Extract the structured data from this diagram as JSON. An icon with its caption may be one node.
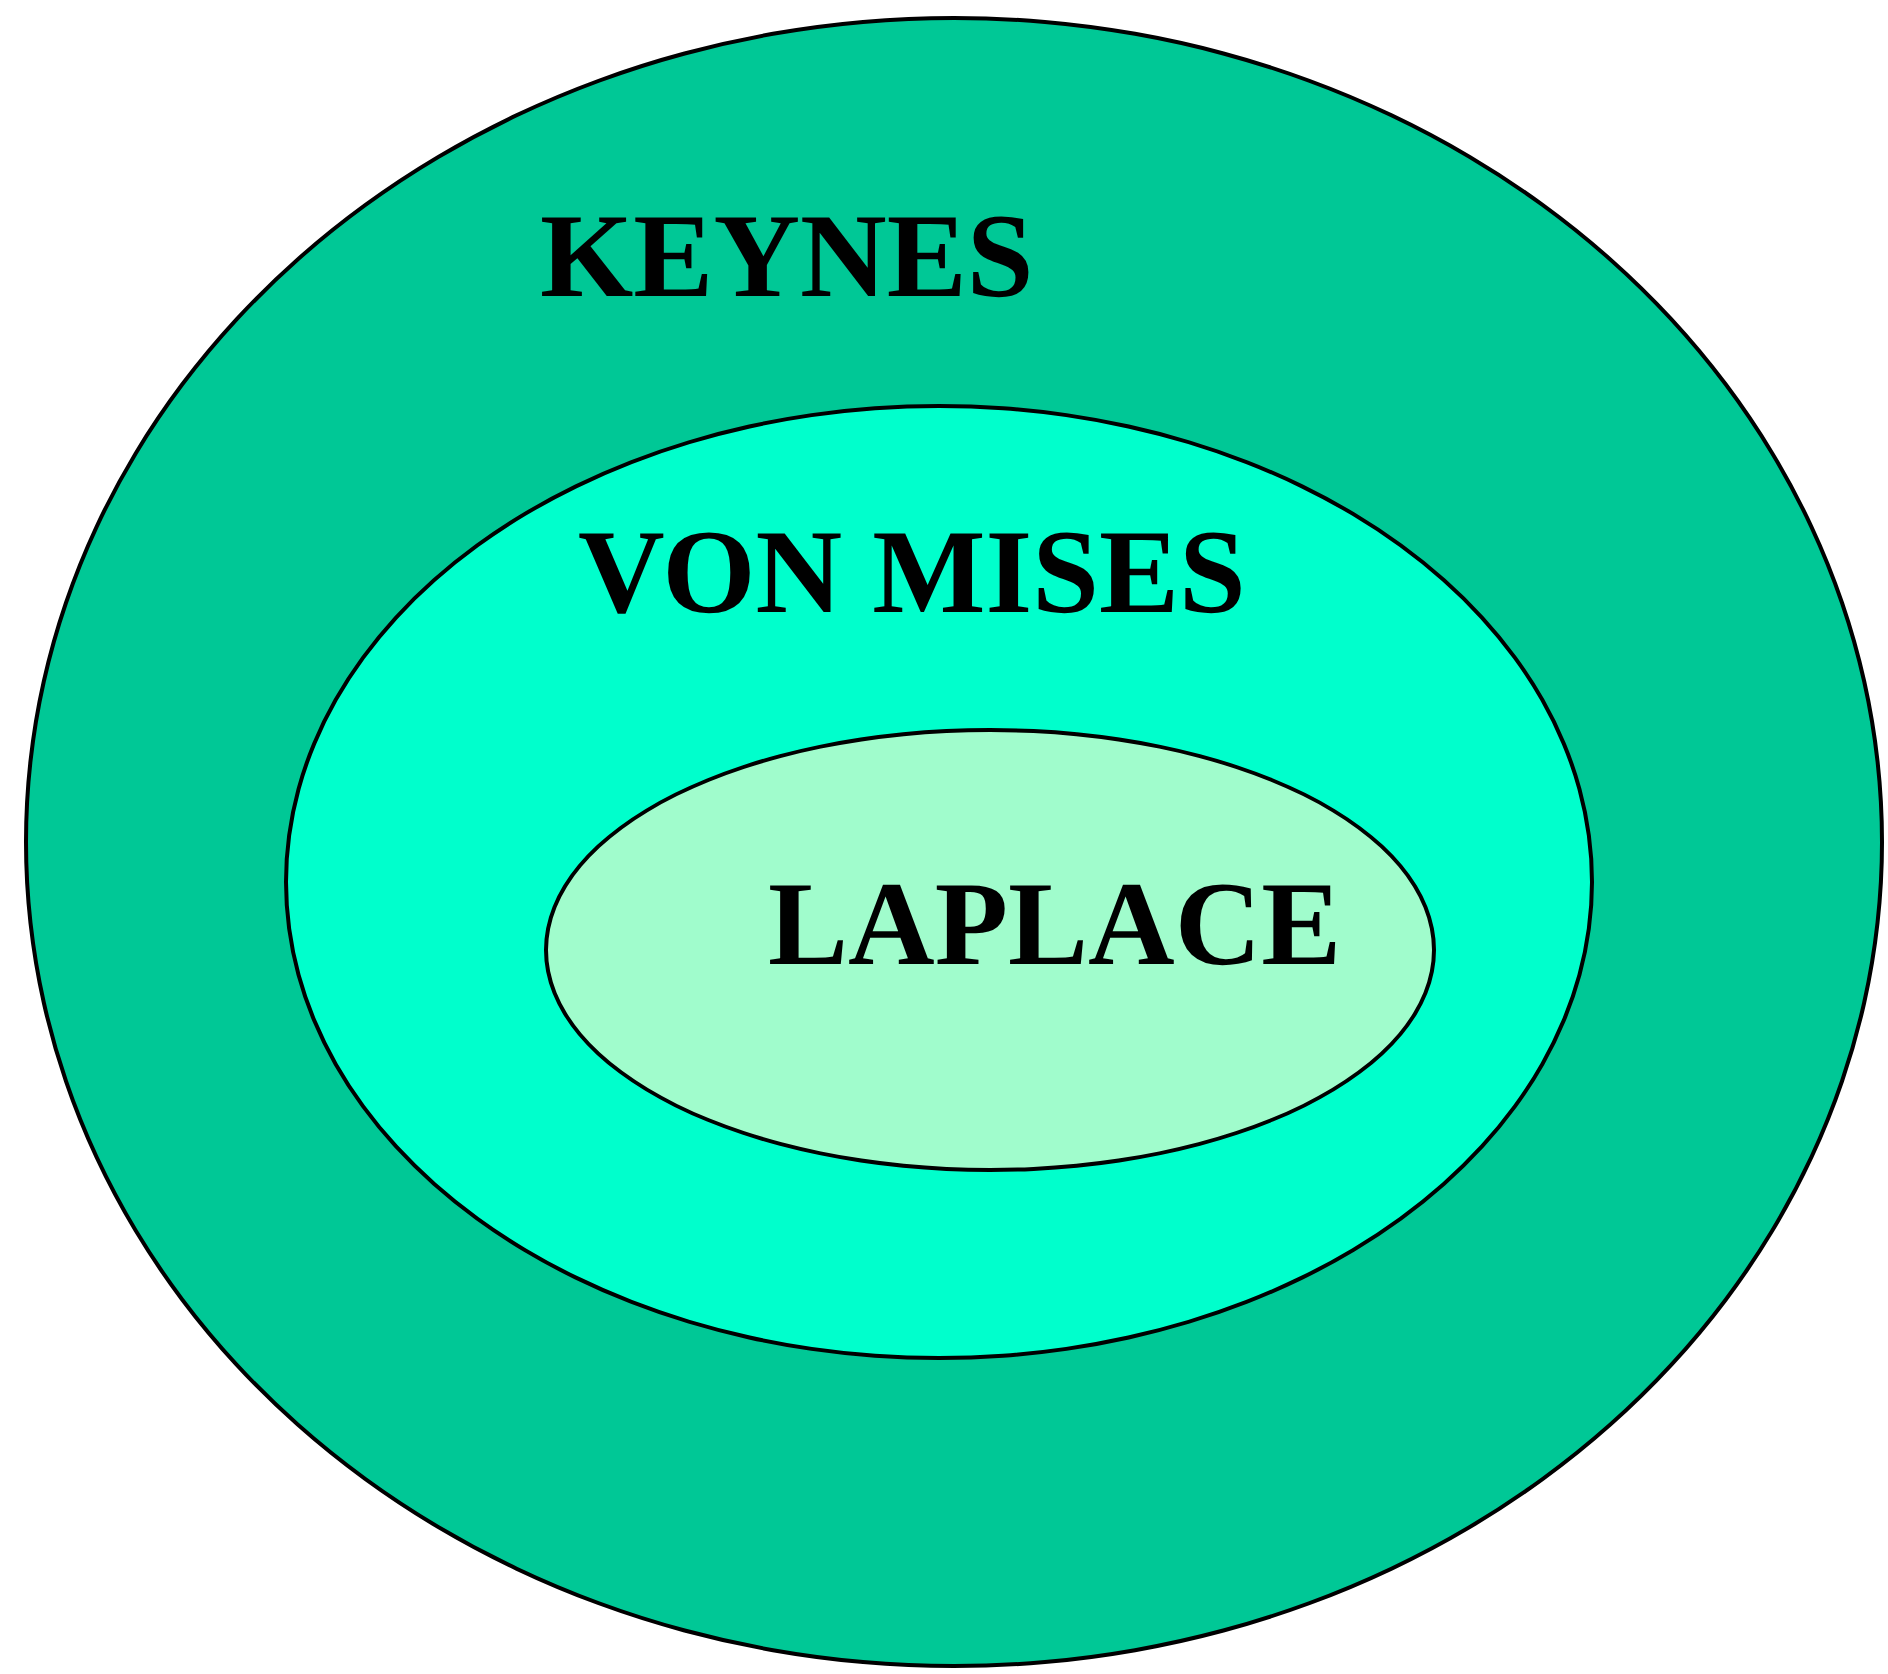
{
  "diagram": {
    "nodes": [
      {
        "text": [
          "KEYNES"
        ]
      },
      {
        "text": [
          "VON MISES"
        ],
        "in": 0
      },
      {
        "text": [
          "LAPLACE"
        ],
        "in": 1
      }
    ]
  }
}
